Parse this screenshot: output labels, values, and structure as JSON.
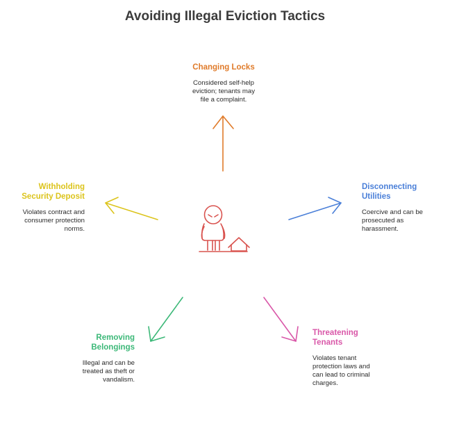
{
  "title": "Avoiding Illegal Eviction Tactics",
  "colors": {
    "title": "#3b3b3b",
    "text": "#2b2b2b",
    "center_figure": "#d9534f",
    "changing_locks": "#e07b2a",
    "withholding_deposit": "#dcc41c",
    "disconnecting_utilities": "#4a7fd8",
    "removing_belongings": "#3cb878",
    "threatening_tenants": "#d957a8"
  },
  "center": {
    "icon": "person-with-house-icon"
  },
  "nodes": {
    "changing_locks": {
      "title": "Changing Locks",
      "description": "Considered self-help\neviction; tenants may\nfile a complaint."
    },
    "withholding_deposit": {
      "title": "Withholding\nSecurity Deposit",
      "description": "Violates contract and\nconsumer protection\nnorms."
    },
    "disconnecting_utilities": {
      "title": "Disconnecting\nUtilities",
      "description": "Coercive and can be\nprosecuted as\nharassment."
    },
    "removing_belongings": {
      "title": "Removing\nBelongings",
      "description": "Illegal and can be\ntreated as theft or\nvandalism."
    },
    "threatening_tenants": {
      "title": "Threatening\nTenants",
      "description": "Violates tenant\nprotection laws and\ncan lead to criminal\ncharges."
    }
  }
}
